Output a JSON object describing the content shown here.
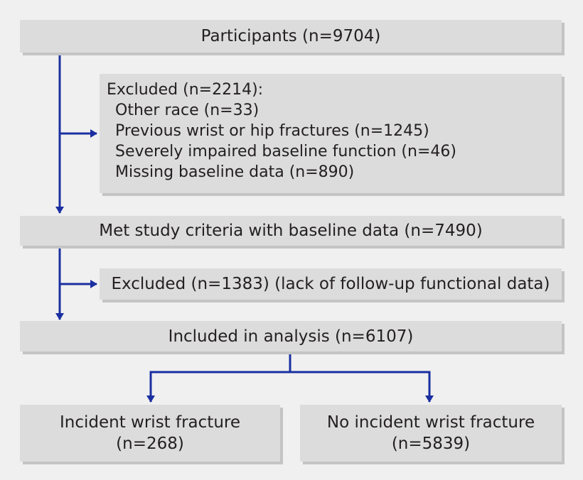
{
  "participants": "Participants (n=9704)",
  "excluded_1": {
    "heading": "Excluded (n=2214):",
    "items": [
      "Other race (n=33)",
      "Previous wrist or hip fractures (n=1245)",
      "Severely impaired baseline function (n=46)",
      "Missing baseline data (n=890)"
    ]
  },
  "met_criteria": "Met study criteria with baseline data (n=7490)",
  "excluded_2": "Excluded (n=1383) (lack of follow-up functional data)",
  "included": "Included in analysis (n=6107)",
  "incident": {
    "label": "Incident wrist fracture",
    "count": "(n=268)"
  },
  "no_incident": {
    "label": "No incident wrist fracture",
    "count": "(n=5839)"
  },
  "colors": {
    "arrow": "#1a2fa0",
    "box": "#dcdcdc",
    "shadow": "#c4c4c4",
    "background": "#f0f0f0"
  }
}
